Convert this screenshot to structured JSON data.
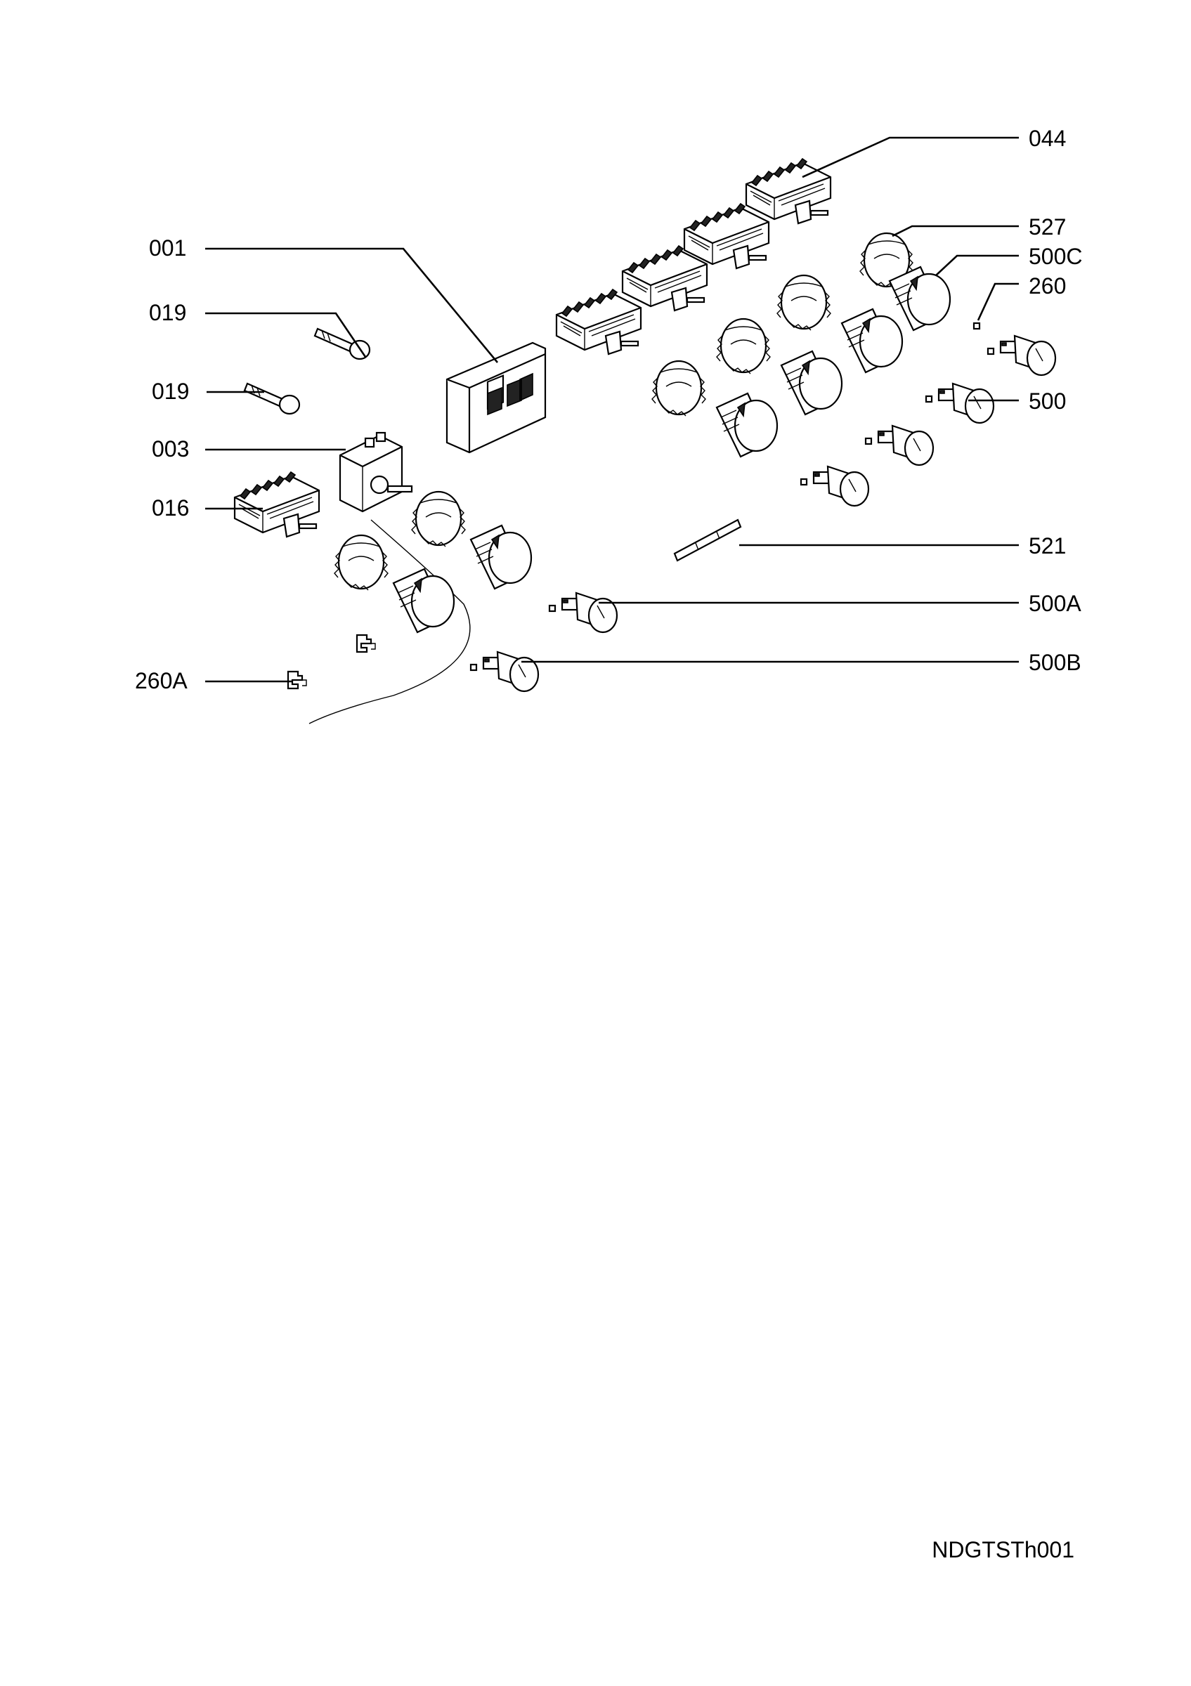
{
  "labels": {
    "l001": "001",
    "l019a": "019",
    "l019b": "019",
    "l003": "003",
    "l016": "016",
    "l260A": "260A",
    "l044": "044",
    "l527": "527",
    "l500C": "500C",
    "l260": "260",
    "l500": "500",
    "l521": "521",
    "l500A": "500A",
    "l500B": "500B"
  },
  "drawing_code": "NDGTSTh001"
}
